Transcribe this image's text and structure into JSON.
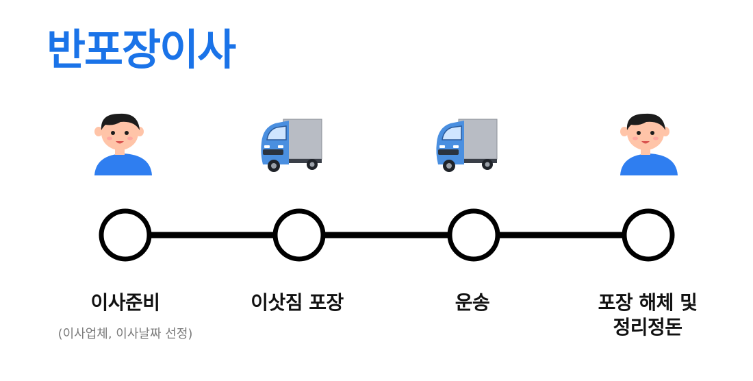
{
  "title": "반포장이사",
  "colors": {
    "title": "#1a73e8",
    "line": "#000000",
    "shirt": "#2f7ef0",
    "skin": "#ffc4a8",
    "hair": "#1c1c1c",
    "truck_cab": "#4a8fe0",
    "truck_box": "#b8bcc4"
  },
  "steps": [
    {
      "icon": "person-icon",
      "label": "이사준비",
      "sub": "(이사업체, 이사날짜 선정)"
    },
    {
      "icon": "truck-icon",
      "label": "이삿짐 포장",
      "sub": ""
    },
    {
      "icon": "truck-icon",
      "label": "운송",
      "sub": ""
    },
    {
      "icon": "person-icon",
      "label_line1": "포장 해체 및",
      "label_line2": "정리정돈",
      "sub": ""
    }
  ]
}
